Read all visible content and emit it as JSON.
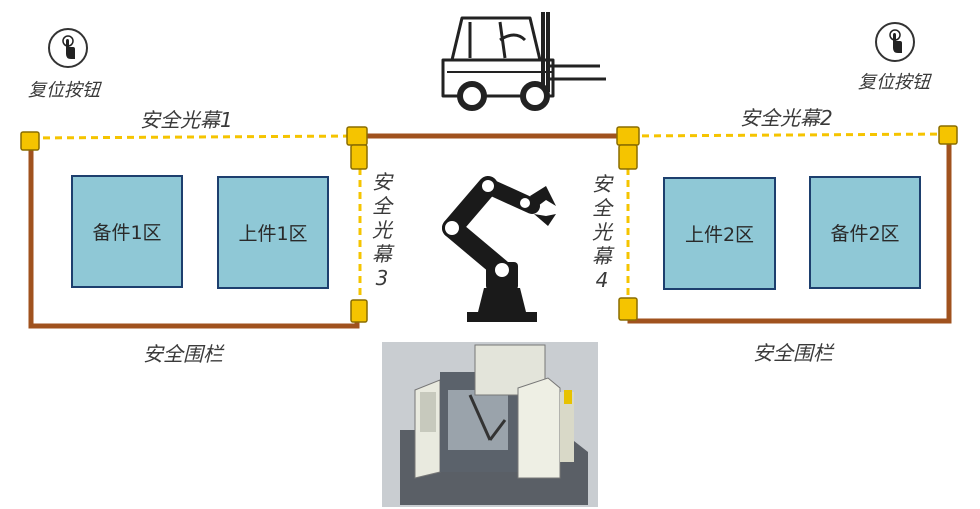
{
  "reset_buttons": [
    {
      "label": "复位按钮",
      "icon": "hand-press-icon"
    },
    {
      "label": "复位按钮",
      "icon": "hand-press-icon"
    }
  ],
  "light_curtains": {
    "c1": "安全光幕1",
    "c2": "安全光幕2",
    "c3": [
      "安",
      "全",
      "光",
      "幕",
      "3"
    ],
    "c4": [
      "安",
      "全",
      "光",
      "幕",
      "4"
    ]
  },
  "fences": [
    "安全围栏",
    "安全围栏"
  ],
  "zones": [
    "备件1区",
    "上件1区",
    "上件2区",
    "备件2区"
  ],
  "equipment": [
    "forklift-icon",
    "robot-arm-icon",
    "machining-center-image"
  ],
  "colors": {
    "fence": "#a0521e",
    "curtain": "#f5c400",
    "zone_fill": "#8fc8d6",
    "zone_border": "#1d3f6e"
  }
}
